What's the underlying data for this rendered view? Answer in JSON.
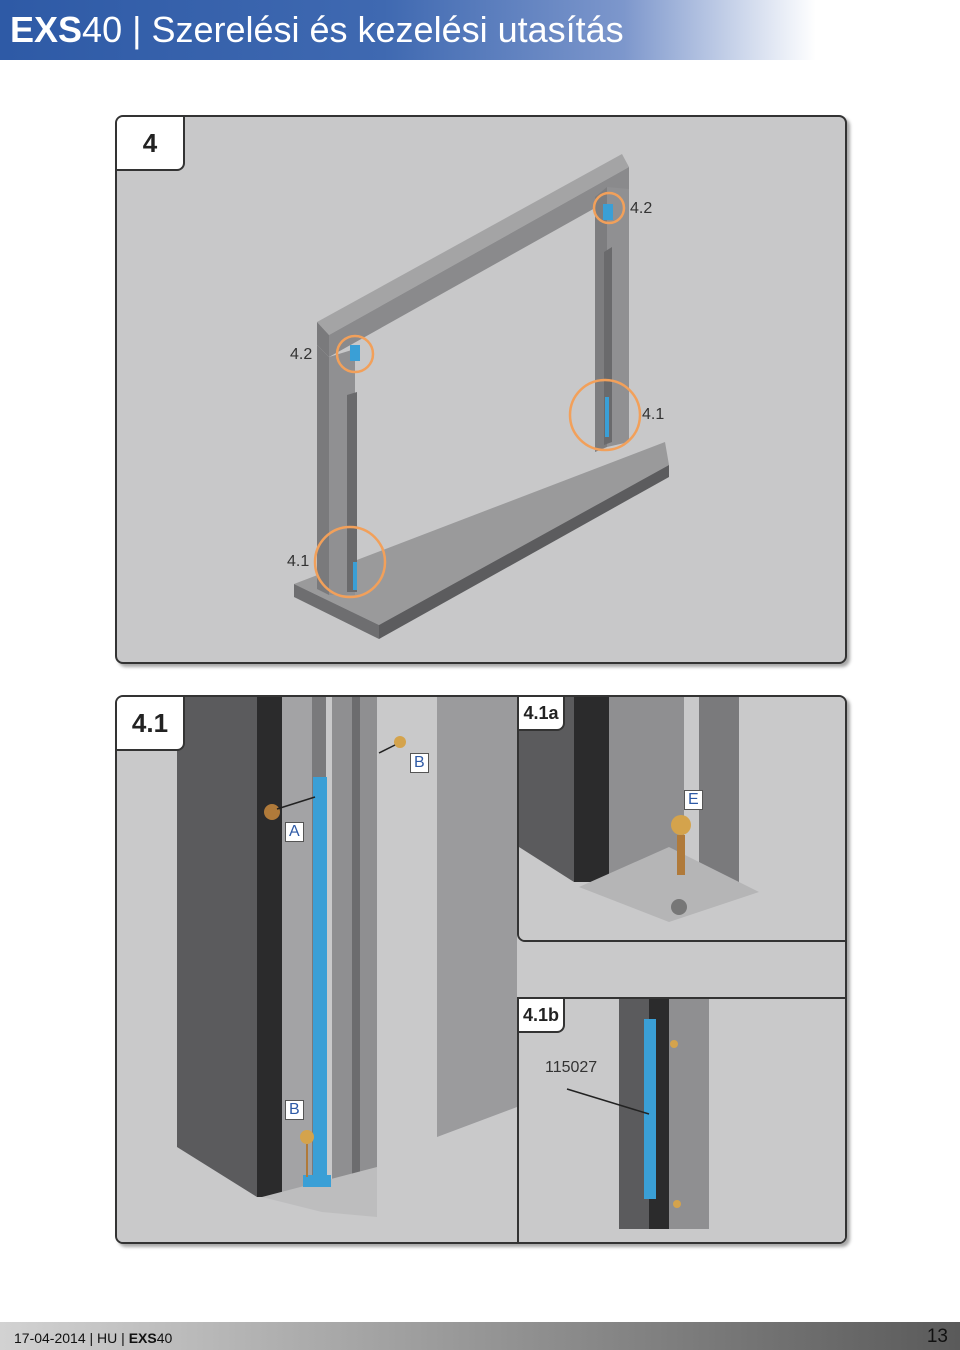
{
  "header": {
    "product_bold": "EXS",
    "product_num": "40",
    "separator": " | ",
    "title": "Szerelési és kezelési utasítás"
  },
  "panels": {
    "main": {
      "step": "4",
      "labels": [
        "4.2",
        "4.2",
        "4.1",
        "4.1"
      ]
    },
    "detail": {
      "step": "4.1",
      "labels": [
        "A",
        "B",
        "B"
      ]
    },
    "detail_a": {
      "step": "4.1a",
      "labels": [
        "E"
      ]
    },
    "detail_b": {
      "step": "4.1b",
      "part_number": "115027"
    }
  },
  "footer": {
    "date": "17-04-2014",
    "sep1": " | ",
    "lang": "HU",
    "sep2": " | ",
    "product_bold": "EXS",
    "product_num": "40",
    "page": "13"
  },
  "colors": {
    "header_blue": "#2e5aa6",
    "highlight_orange": "#f2a05a",
    "part_blue": "#3a9fd6",
    "panel_gray": "#c8c8c9"
  }
}
